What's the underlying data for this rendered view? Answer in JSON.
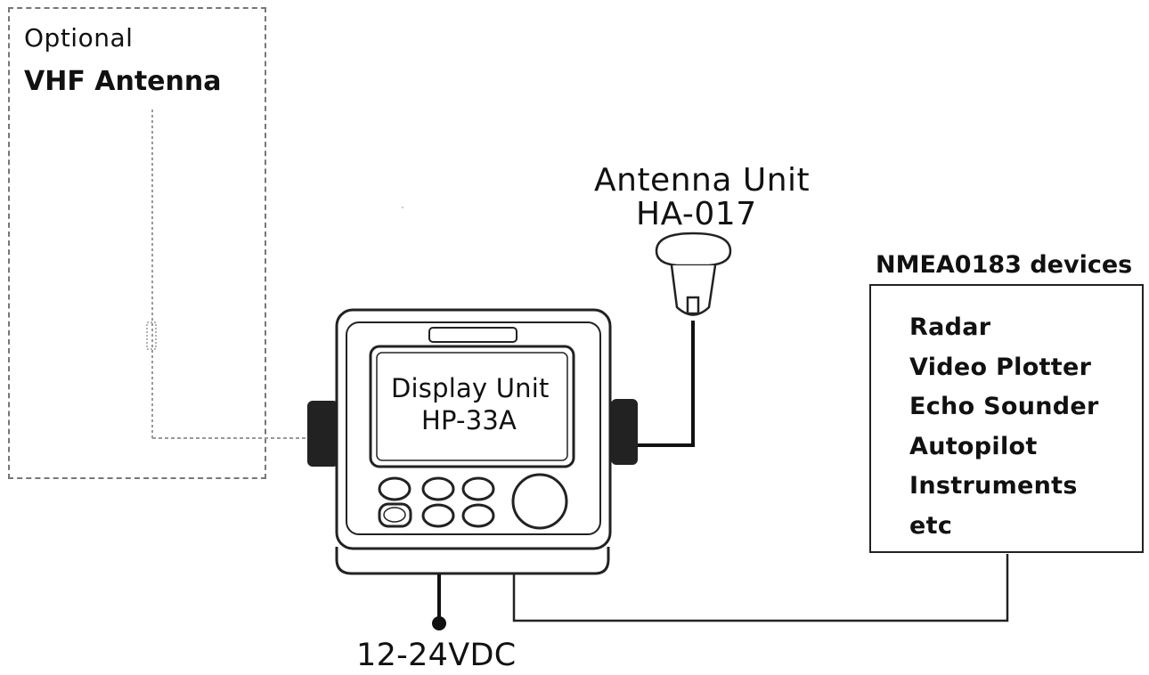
{
  "optional_vhf": {
    "optional_label": "Optional",
    "title": "VHF Antenna"
  },
  "antenna_unit": {
    "title": "Antenna Unit",
    "model": "HA-017"
  },
  "display_unit": {
    "title": "Display Unit",
    "model": "HP-33A"
  },
  "nmea": {
    "title": "NMEA0183 devices",
    "devices": [
      "Radar",
      "Video Plotter",
      "Echo Sounder",
      "Autopilot",
      "Instruments",
      "etc"
    ]
  },
  "power": {
    "label": "12-24VDC"
  }
}
